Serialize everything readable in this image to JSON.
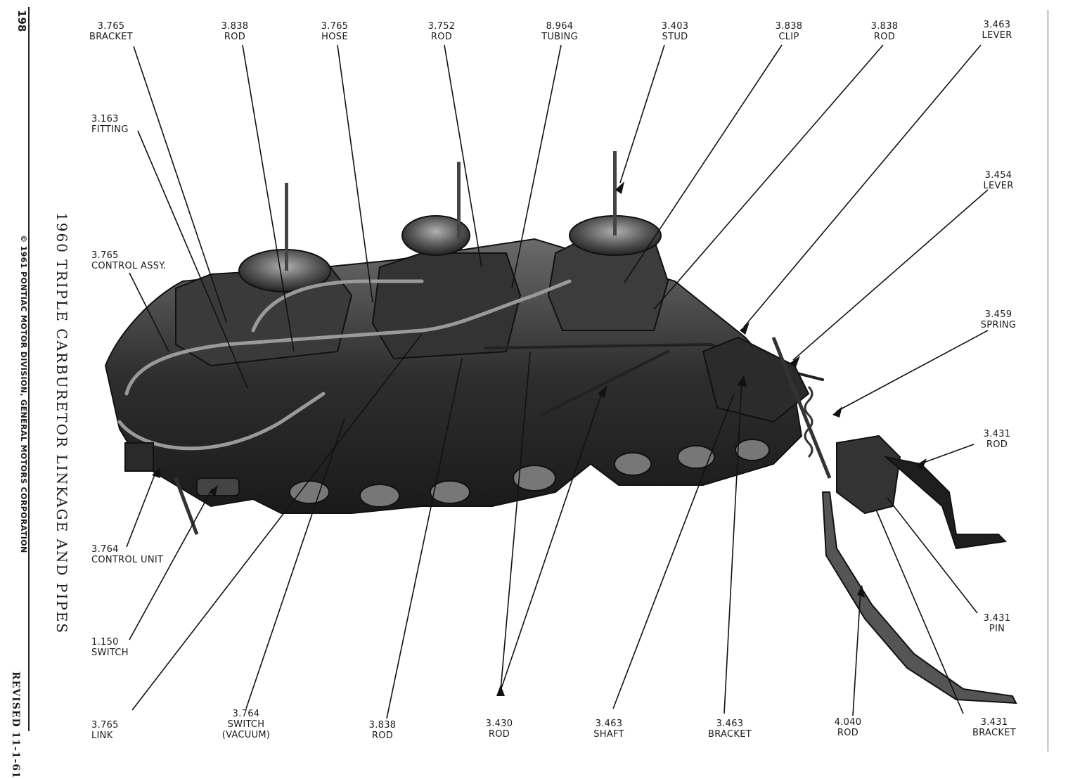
{
  "margin": {
    "page_number": "198",
    "title": "1960 TRIPLE CARBURETOR LINKAGE AND PIPES",
    "copyright": "© 1961 PONTIAC MOTOR DIVISION, GENERAL MOTORS CORPORATION",
    "revised": "REVISED 11-1-61"
  },
  "callouts": {
    "bracket_top": {
      "num": "3.765",
      "name": "BRACKET"
    },
    "rod_top_1": {
      "num": "3.838",
      "name": "ROD"
    },
    "hose_top": {
      "num": "3.765",
      "name": "HOSE"
    },
    "rod_top_2": {
      "num": "3.752",
      "name": "ROD"
    },
    "tubing_top": {
      "num": "8.964",
      "name": "TUBING"
    },
    "stud_top": {
      "num": "3.403",
      "name": "STUD"
    },
    "clip_top": {
      "num": "3.838",
      "name": "CLIP"
    },
    "rod_top_3": {
      "num": "3.838",
      "name": "ROD"
    },
    "lever_top": {
      "num": "3.463",
      "name": "LEVER"
    },
    "fitting_left": {
      "num": "3.163",
      "name": "FITTING"
    },
    "control_assy_left": {
      "num": "3.765",
      "name": "CONTROL ASSY."
    },
    "lever_right": {
      "num": "3.454",
      "name": "LEVER"
    },
    "spring_right": {
      "num": "3.459",
      "name": "SPRING"
    },
    "rod_right": {
      "num": "3.431",
      "name": "ROD"
    },
    "pin_right": {
      "num": "3.431",
      "name": "PIN"
    },
    "control_unit_left": {
      "num": "3.764",
      "name": "CONTROL UNIT"
    },
    "switch_left": {
      "num": "1.150",
      "name": "SWITCH"
    },
    "link_bottom": {
      "num": "3.765",
      "name": "LINK"
    },
    "switch_vacuum_bottom": {
      "num": "3.764",
      "name": "SWITCH",
      "name2": "(VACUUM)"
    },
    "rod_bottom_1": {
      "num": "3.838",
      "name": "ROD"
    },
    "rod_bottom_2": {
      "num": "3.430",
      "name": "ROD"
    },
    "shaft_bottom": {
      "num": "3.463",
      "name": "SHAFT"
    },
    "bracket_bottom_1": {
      "num": "3.463",
      "name": "BRACKET"
    },
    "rod_bottom_3": {
      "num": "4.040",
      "name": "ROD"
    },
    "bracket_bottom_2": {
      "num": "3.431",
      "name": "BRACKET"
    }
  },
  "colors": {
    "ink": "#1a1a1a",
    "metal_dark": "#2b2b2b",
    "metal_mid": "#5a5a5a",
    "metal_light": "#9a9a9a",
    "paper": "#ffffff"
  }
}
